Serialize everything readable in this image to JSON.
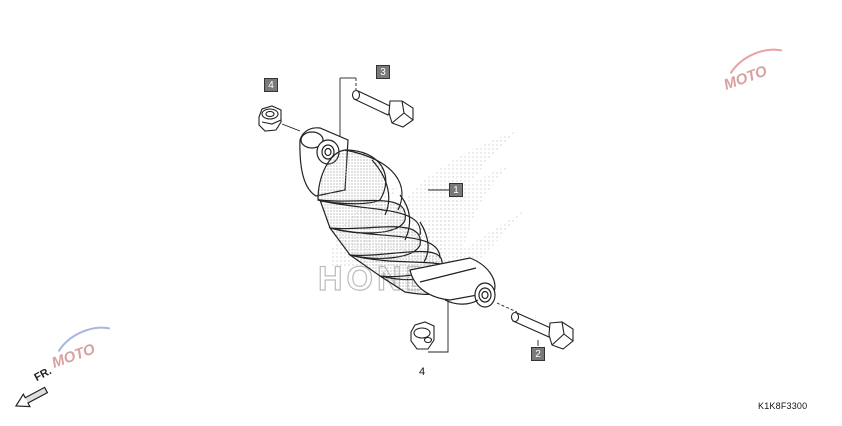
{
  "diagram": {
    "code": "K1K8F3300",
    "direction_label": "FR.",
    "watermark_brand": "HONDA",
    "watermark_site": "MOTO",
    "callouts": [
      {
        "id": "1",
        "part": "rear-shock-absorber"
      },
      {
        "id": "2",
        "part": "lower-mounting-bolt"
      },
      {
        "id": "3",
        "part": "upper-mounting-bolt"
      },
      {
        "id": "4",
        "part": "upper-nut"
      }
    ],
    "plain_label": "4"
  },
  "colors": {
    "line": "#222222",
    "callout_bg": "#7a7a7a",
    "watermark": "#b9b9b9",
    "moto_red": "#d94a4a",
    "moto_blue": "#7a8ec9"
  }
}
